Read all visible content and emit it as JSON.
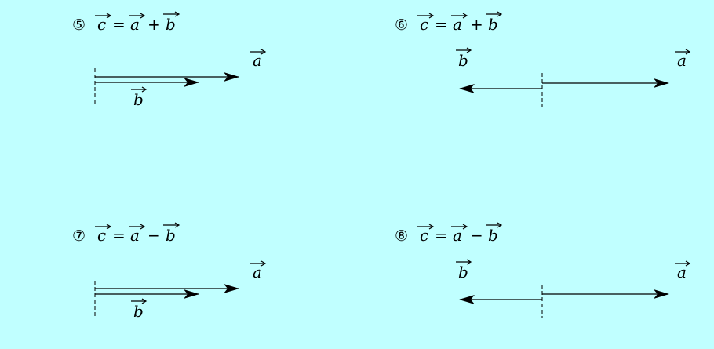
{
  "panels": [
    {
      "number": "⑤",
      "equation": {
        "lhs": "c",
        "eq": "=",
        "a": "a",
        "op": "+",
        "b": "b"
      },
      "label_a": "a",
      "label_b": "b"
    },
    {
      "number": "⑥",
      "equation": {
        "lhs": "c",
        "eq": "=",
        "a": "a",
        "op": "+",
        "b": "b"
      },
      "label_a": "a",
      "label_b": "b"
    },
    {
      "number": "⑦",
      "equation": {
        "lhs": "c",
        "eq": "=",
        "a": "a",
        "op": "−",
        "b": "b"
      },
      "label_a": "a",
      "label_b": "b"
    },
    {
      "number": "⑧",
      "equation": {
        "lhs": "c",
        "eq": "=",
        "a": "a",
        "op": "−",
        "b": "b"
      },
      "label_a": "a",
      "label_b": "b"
    }
  ],
  "colors": {
    "background": "#c0ffff",
    "ink": "#000000"
  }
}
